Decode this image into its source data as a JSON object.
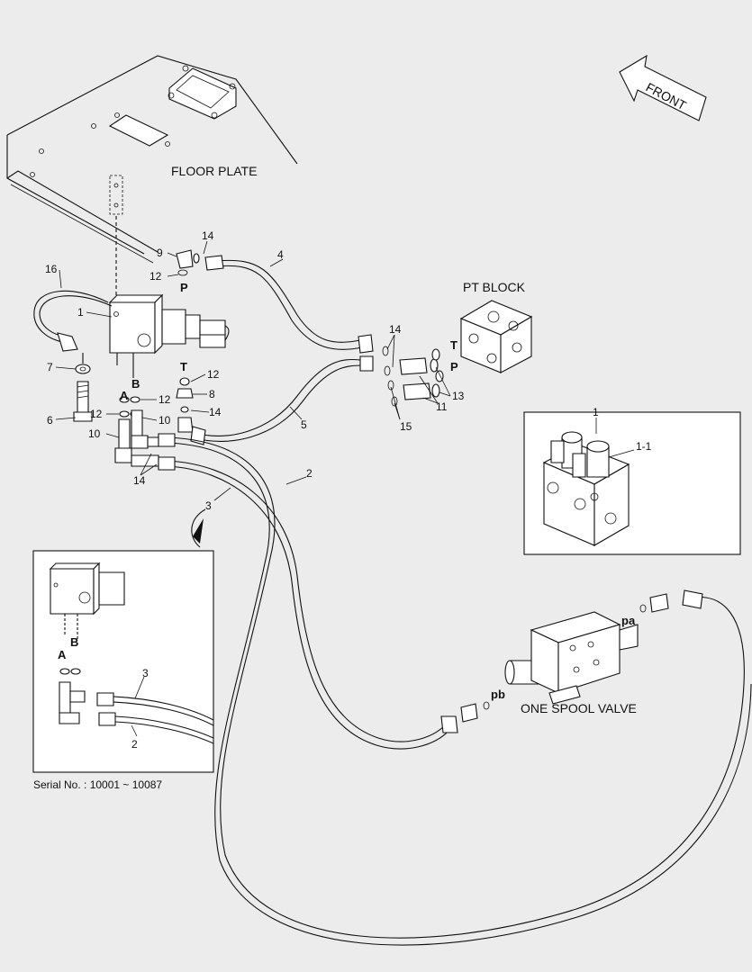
{
  "labels": {
    "floor_plate": "FLOOR PLATE",
    "pt_block": "PT BLOCK",
    "front": "FRONT",
    "one_spool_valve": "ONE SPOOL VALVE",
    "serial": "Serial No. : 10001 ~ 10087"
  },
  "ports": {
    "P_top": "P",
    "T_main": "T",
    "A_main": "A",
    "B_main": "B",
    "T_block": "T",
    "P_block": "P",
    "A_inset": "A",
    "B_inset": "B",
    "pa": "pa",
    "pb": "pb"
  },
  "callouts": {
    "c1": "1",
    "c2": "2",
    "c3": "3",
    "c4": "4",
    "c5": "5",
    "c6": "6",
    "c7": "7",
    "c8": "8",
    "c9": "9",
    "c10a": "10",
    "c10b": "10",
    "c11": "11",
    "c12a": "12",
    "c12b": "12",
    "c12c": "12",
    "c12d": "12",
    "c13": "13",
    "c14a": "14",
    "c14b": "14",
    "c14c": "14",
    "c14d": "14",
    "c15": "15",
    "c16": "16",
    "detail_1": "1",
    "detail_1_1": "1-1",
    "inset_2": "2",
    "inset_3": "3"
  }
}
